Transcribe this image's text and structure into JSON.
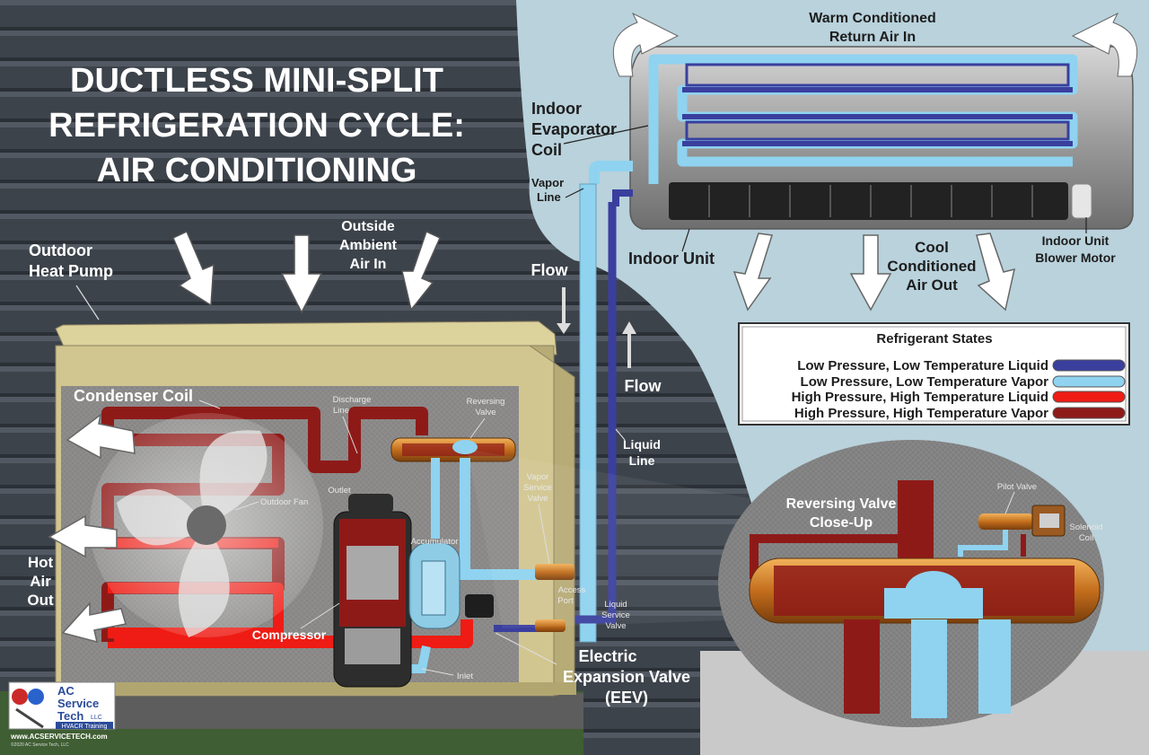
{
  "title": {
    "line1": "DUCTLESS MINI-SPLIT",
    "line2": "REFRIGERATION CYCLE:",
    "line3": "AIR CONDITIONING"
  },
  "labels": {
    "warm_return_1": "Warm Conditioned",
    "warm_return_2": "Return Air In",
    "indoor_evap_1": "Indoor",
    "indoor_evap_2": "Evaporator",
    "indoor_evap_3": "Coil",
    "vapor_line_1": "Vapor",
    "vapor_line_2": "Line",
    "indoor_unit": "Indoor Unit",
    "cool_air_1": "Cool",
    "cool_air_2": "Conditioned",
    "cool_air_3": "Air Out",
    "blower_1": "Indoor Unit",
    "blower_2": "Blower Motor",
    "outdoor_hp_1": "Outdoor",
    "outdoor_hp_2": "Heat Pump",
    "ambient_1": "Outside",
    "ambient_2": "Ambient",
    "ambient_3": "Air In",
    "flow_top": "Flow",
    "flow_mid": "Flow",
    "liquid_line_1": "Liquid",
    "liquid_line_2": "Line",
    "condenser_coil": "Condenser Coil",
    "discharge_1": "Discharge",
    "discharge_2": "Line",
    "reversing_1": "Reversing",
    "reversing_2": "Valve",
    "outlet": "Outlet",
    "outdoor_fan": "Outdoor Fan",
    "accumulator": "Accumulator",
    "vapor_sv_1": "Vapor",
    "vapor_sv_2": "Service",
    "vapor_sv_3": "Valve",
    "access_1": "Access",
    "access_2": "Port",
    "liquid_sv_1": "Liquid",
    "liquid_sv_2": "Service",
    "liquid_sv_3": "Valve",
    "hot_air_1": "Hot",
    "hot_air_2": "Air",
    "hot_air_3": "Out",
    "compressor": "Compressor",
    "inlet": "Inlet",
    "eev_1": "Electric",
    "eev_2": "Expansion Valve",
    "eev_3": "(EEV)",
    "rv_closeup_1": "Reversing Valve",
    "rv_closeup_2": "Close-Up",
    "pilot_valve": "Pilot Valve",
    "solenoid_1": "Solenoid",
    "solenoid_2": "Coil"
  },
  "legend": {
    "title": "Refrigerant States",
    "items": [
      {
        "label": "Low Pressure, Low Temperature Liquid",
        "color": "#3a3f9e"
      },
      {
        "label": "Low Pressure, Low Temperature Vapor",
        "color": "#8fd3f0"
      },
      {
        "label": "High Pressure, High Temperature Liquid",
        "color": "#ee1c14"
      },
      {
        "label": "High Pressure, High Temperature Vapor",
        "color": "#8e1a18"
      }
    ]
  },
  "logo": {
    "line1": "AC",
    "line2": "Service",
    "line3": "Tech",
    "llc": "LLC",
    "tag": "HVACR Training",
    "url": "www.ACSERVICETECH.com",
    "copyright": "©2020 AC Service Tech, LLC"
  },
  "colors": {
    "lp_liquid": "#3a3f9e",
    "lp_vapor": "#8fd3f0",
    "hp_liquid": "#ee1c14",
    "hp_vapor": "#8e1a18",
    "sky": "#b9d2dc",
    "siding": "#3b4048"
  }
}
